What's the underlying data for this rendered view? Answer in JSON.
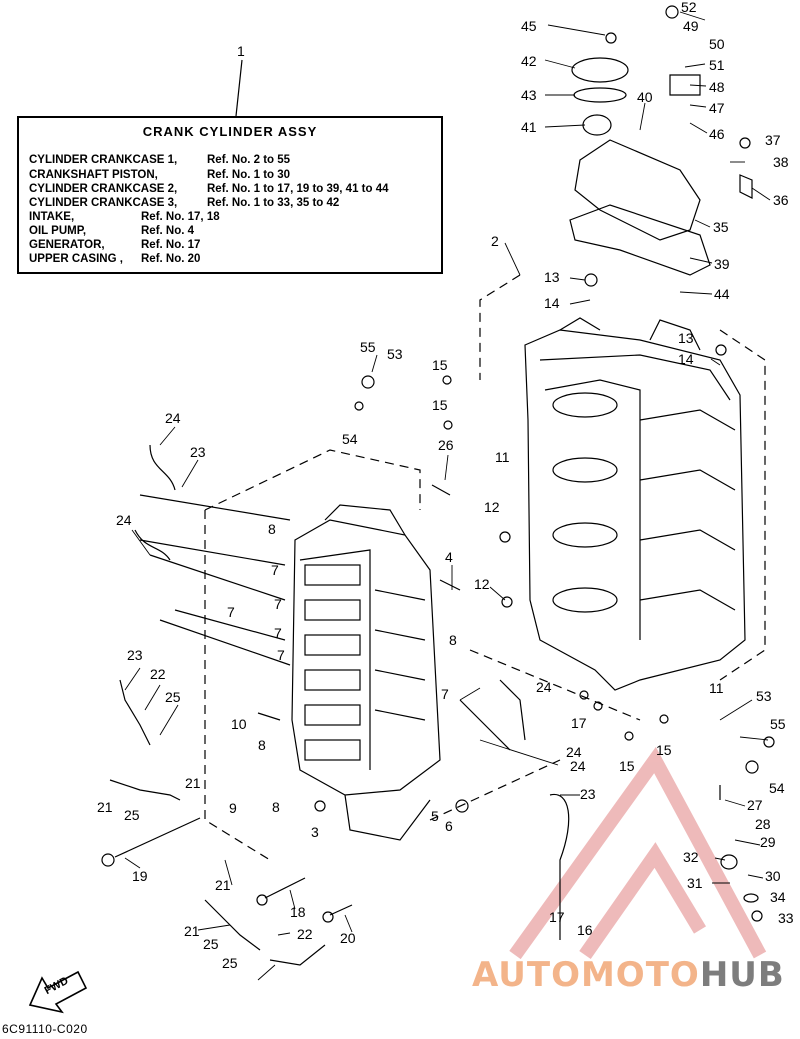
{
  "assembly": {
    "callout": "1",
    "title": "CRANK CYLINDER ASSY",
    "rows": [
      {
        "label": "CYLINDER CRANKCASE 1,",
        "ref": "Ref. No. 2 to 55"
      },
      {
        "label": "CRANKSHAFT PISTON,",
        "ref": "Ref. No. 1 to 30"
      },
      {
        "label": "CYLINDER CRANKCASE 2,",
        "ref": "Ref. No. 1 to 17, 19 to 39, 41 to 44"
      },
      {
        "label": "CYLINDER CRANKCASE 3,",
        "ref": "Ref. No. 1 to 33, 35 to 42"
      },
      {
        "label": "INTAKE,",
        "ref": "Ref. No. 17, 18"
      },
      {
        "label": "OIL PUMP,",
        "ref": "Ref. No. 4"
      },
      {
        "label": "GENERATOR,",
        "ref": "Ref. No. 17"
      },
      {
        "label": "UPPER CASING ,",
        "ref": "Ref. No. 20"
      }
    ]
  },
  "callouts": [
    "52",
    "49",
    "45",
    "50",
    "42",
    "51",
    "48",
    "43",
    "40",
    "47",
    "41",
    "46",
    "37",
    "38",
    "36",
    "35",
    "39",
    "2",
    "13",
    "14",
    "44",
    "13",
    "14",
    "55",
    "53",
    "15",
    "15",
    "54",
    "24",
    "23",
    "26",
    "11",
    "12",
    "8",
    "24",
    "7",
    "7",
    "4",
    "12",
    "7",
    "7",
    "7",
    "23",
    "22",
    "25",
    "8",
    "7",
    "10",
    "24",
    "11",
    "53",
    "17",
    "55",
    "24",
    "15",
    "8",
    "21",
    "15",
    "24",
    "54",
    "23",
    "27",
    "28",
    "29",
    "21",
    "25",
    "9",
    "8",
    "5",
    "6",
    "3",
    "19",
    "32",
    "31",
    "30",
    "34",
    "33",
    "18",
    "21",
    "25",
    "22",
    "20",
    "17",
    "16",
    "21",
    "25"
  ],
  "colors": {
    "line": "#000000",
    "watermark_orange": "#f3b48a",
    "watermark_red": "#e9a3a3",
    "watermark_gray": "#7d7d7d"
  },
  "direction_label": "FWD",
  "drawing_code": "6C91110-C020",
  "watermark": {
    "part1": "AUTOMOTO",
    "part2": "HUB"
  }
}
